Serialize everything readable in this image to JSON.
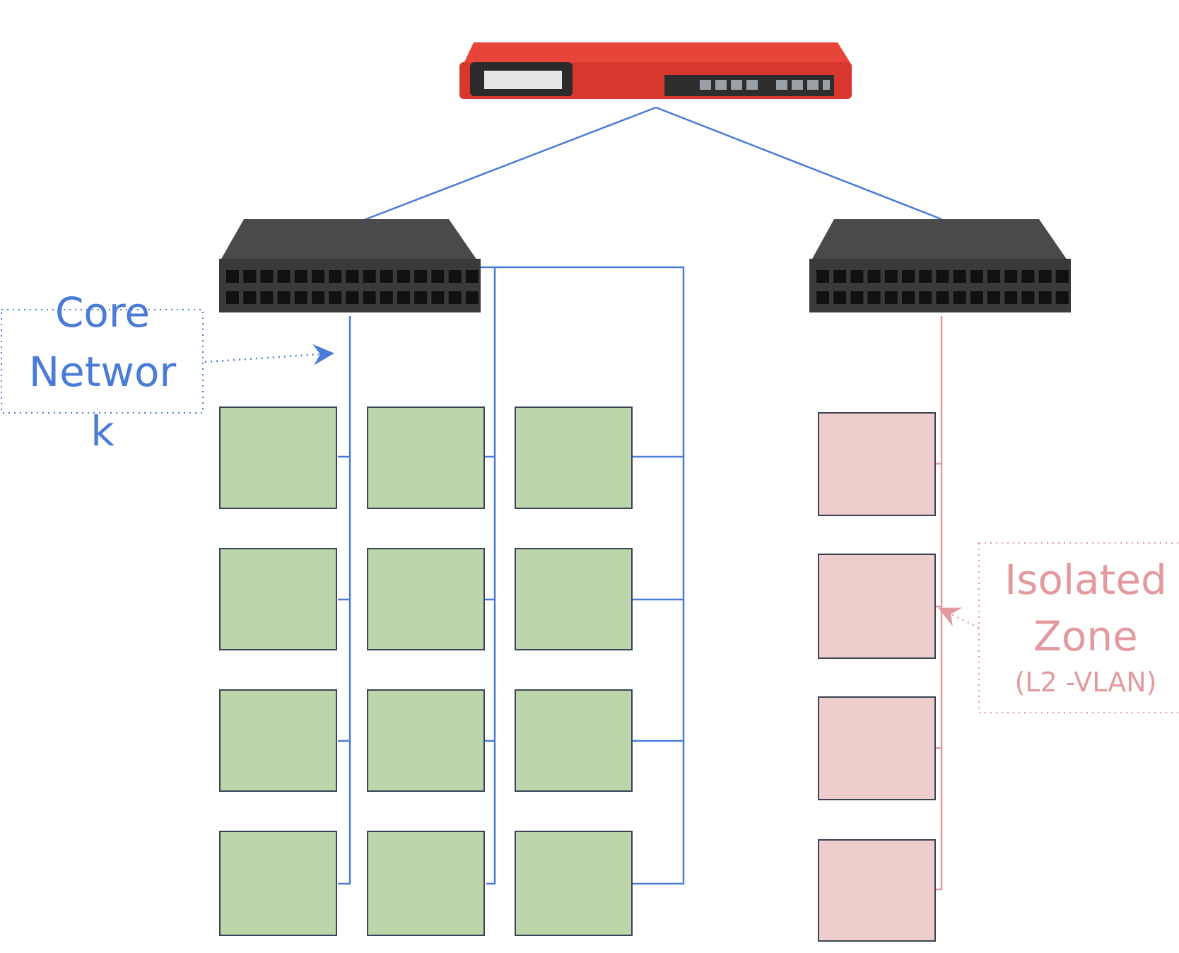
{
  "labels": {
    "core_network": [
      "Core",
      "Networ",
      "k"
    ],
    "isolated_zone": [
      "Isolated",
      "Zone"
    ],
    "isolated_zone_sub": "(L2 -VLAN)"
  },
  "colors": {
    "core_link": "#4a7bd6",
    "isolated_link": "#e39a9e",
    "core_node_fill": "#bcd5ab",
    "isolated_node_fill": "#eecdcd",
    "node_border": "#3a4454",
    "switch_body": "#3f3f3f",
    "firewall_body": "#d7372c"
  },
  "icons": {
    "firewall": "firewall-appliance-icon",
    "switch": "network-switch-icon"
  }
}
